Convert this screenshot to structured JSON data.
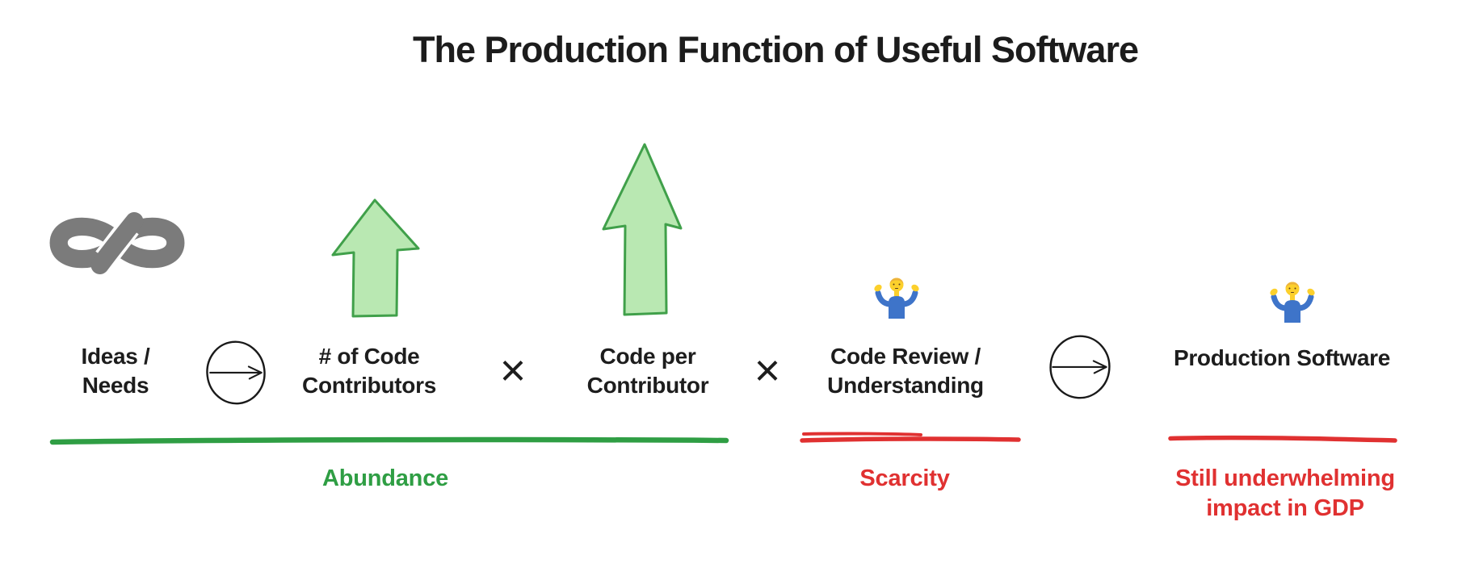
{
  "title": "The Production Function of Useful Software",
  "stages": {
    "ideas": {
      "line1": "Ideas /",
      "line2": "Needs",
      "icon": "infinity-icon"
    },
    "contributors": {
      "line1": "# of Code",
      "line2": "Contributors",
      "icon": "up-arrow-small-icon"
    },
    "code_per_contributor": {
      "line1": "Code per",
      "line2": "Contributor",
      "icon": "up-arrow-large-icon"
    },
    "code_review": {
      "line1": "Code Review /",
      "line2": "Understanding",
      "icon": "person-shrugging-icon"
    },
    "production_software": {
      "line1": "Production Software",
      "line2": "",
      "icon": "person-shrugging-icon"
    }
  },
  "operators": {
    "multiply": "×",
    "flow_arrow_icon": "circle-right-arrow-icon"
  },
  "annotations": {
    "abundance": {
      "label": "Abundance",
      "color": "#2f9e44"
    },
    "scarcity": {
      "label": "Scarcity",
      "color": "#e03131"
    },
    "gdp": {
      "line1": "Still underwhelming",
      "line2": "impact in GDP",
      "color": "#e03131"
    }
  },
  "colors": {
    "text_black": "#1d1d1d",
    "green_accent": "#2f9e44",
    "green_arrow_fill": "#b9e8b2",
    "green_arrow_stroke": "#40a04a",
    "red_accent": "#e03131",
    "infinity_gray": "#7b7b7b"
  }
}
